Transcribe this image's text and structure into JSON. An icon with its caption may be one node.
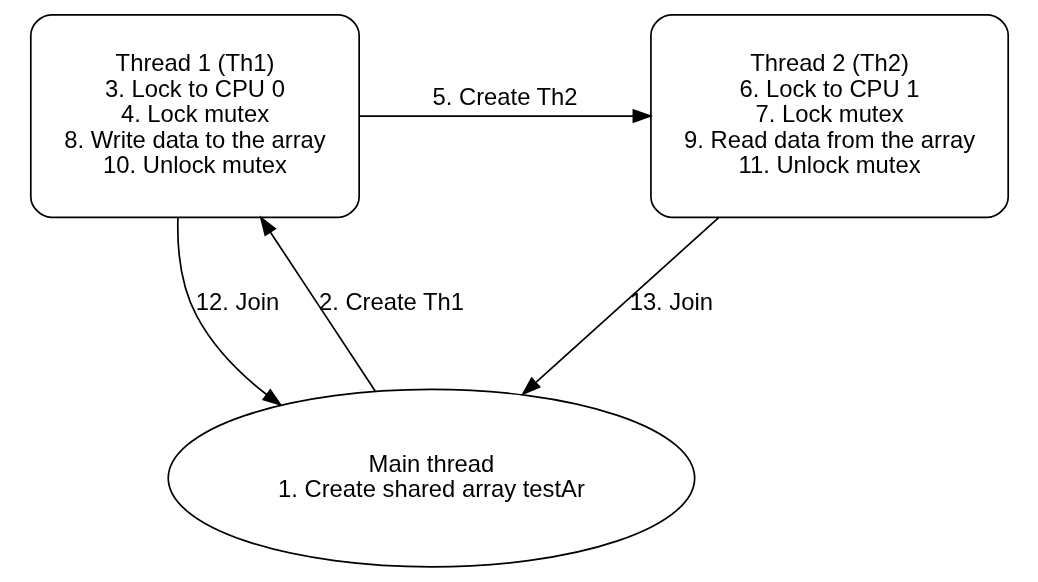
{
  "diagram": {
    "nodes": [
      {
        "text": [
          "Thread 1 (Th1)",
          "3. Lock to CPU 0",
          "4. Lock mutex",
          "8. Write data to the array",
          "10. Unlock mutex"
        ]
      },
      {
        "text": [
          "Thread 2 (Th2)",
          "6. Lock to CPU 1",
          "7. Lock mutex",
          "9. Read data from the array",
          "11. Unlock mutex"
        ]
      },
      {
        "text": [
          "Main thread",
          "1. Create shared array testAr"
        ]
      }
    ],
    "edges": [
      {
        "from": 2,
        "to": 0,
        "arrow": "to",
        "label": "2. Create Th1"
      },
      {
        "from": 0,
        "to": 1,
        "arrow": "to",
        "label": "5. Create Th2"
      },
      {
        "from": 0,
        "to": 2,
        "arrow": "to",
        "label": "12. Join"
      },
      {
        "from": 1,
        "to": 2,
        "arrow": "to",
        "label": "13. Join"
      }
    ]
  }
}
